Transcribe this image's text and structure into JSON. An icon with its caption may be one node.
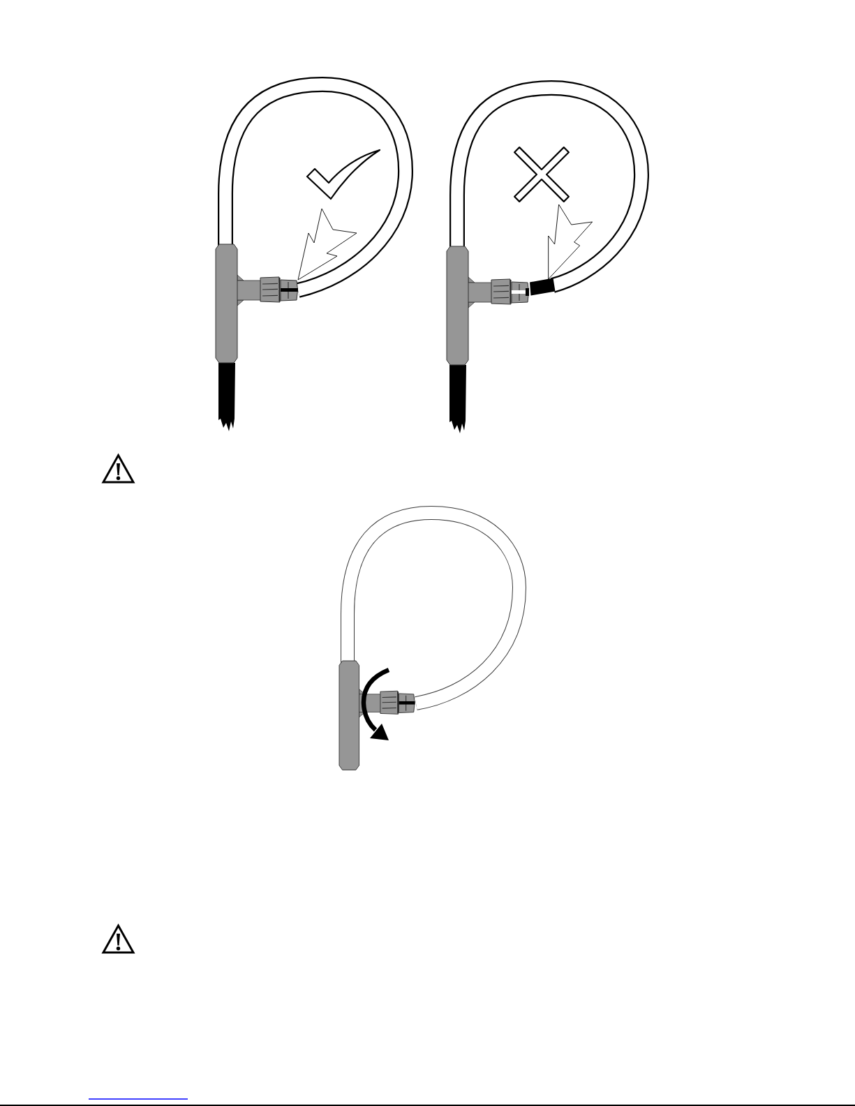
{
  "diagram": {
    "nodes": [
      {
        "text": [],
        "shape": "picture"
      },
      {
        "text": [],
        "shape": "picture"
      }
    ],
    "edges": [
      {
        "from": null,
        "to": 0,
        "arrow": "to"
      },
      {
        "from": null,
        "to": 1,
        "arrow": "to"
      }
    ]
  }
}
